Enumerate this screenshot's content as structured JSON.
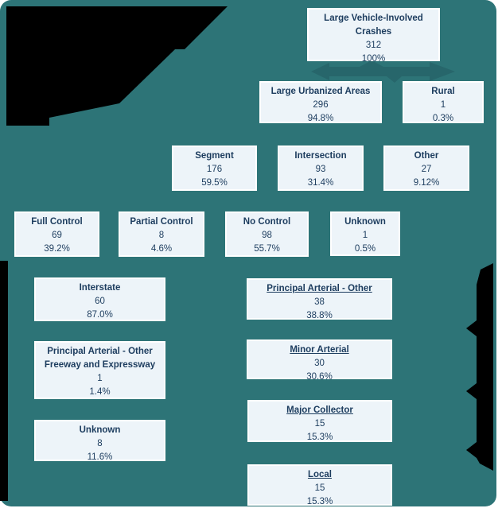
{
  "diagram_title": "Large Vehicle-Involved Crashes breakdown tree",
  "colors": {
    "background_teal": "#2d7477",
    "connector_dark_teal": "#27666b",
    "torn_edge_black": "#000000",
    "node_fill": "#edf4f9",
    "node_border": "#ffffff",
    "node_text": "#1c3c5e",
    "page_margin": "#ffffff"
  },
  "nodes": {
    "root": {
      "label": "Large Vehicle-Involved Crashes",
      "value": "312",
      "pct": "100%"
    },
    "large_urbanized_areas": {
      "label": "Large Urbanized Areas",
      "value": "296",
      "pct": "94.8%"
    },
    "rural": {
      "label": "Rural",
      "value": "1",
      "pct": "0.3%"
    },
    "segment": {
      "label": "Segment",
      "value": "176",
      "pct": "59.5%"
    },
    "intersection": {
      "label": "Intersection",
      "value": "93",
      "pct": "31.4%"
    },
    "other": {
      "label": "Other",
      "value": "27",
      "pct": "9.12%"
    },
    "full_control": {
      "label": "Full Control",
      "value": "69",
      "pct": "39.2%"
    },
    "partial_control": {
      "label": "Partial Control",
      "value": "8",
      "pct": "4.6%"
    },
    "no_control": {
      "label": "No Control",
      "value": "98",
      "pct": "55.7%"
    },
    "unknown_control": {
      "label": "Unknown",
      "value": "1",
      "pct": "0.5%"
    },
    "interstate": {
      "label": "Interstate",
      "value": "60",
      "pct": "87.0%"
    },
    "principal_arterial_freeway": {
      "label": "Principal Arterial - Other Freeway and Expressway",
      "value": "1",
      "pct": "1.4%"
    },
    "unknown_functional": {
      "label": "Unknown",
      "value": "8",
      "pct": "11.6%"
    },
    "principal_arterial_other": {
      "label": "Principal Arterial - Other",
      "value": "38",
      "pct": "38.8%"
    },
    "minor_arterial": {
      "label": "Minor Arterial",
      "value": "30",
      "pct": "30.6%"
    },
    "major_collector": {
      "label": "Major Collector",
      "value": "15",
      "pct": "15.3%"
    },
    "local": {
      "label": "Local",
      "value": "15",
      "pct": "15.3%"
    }
  }
}
